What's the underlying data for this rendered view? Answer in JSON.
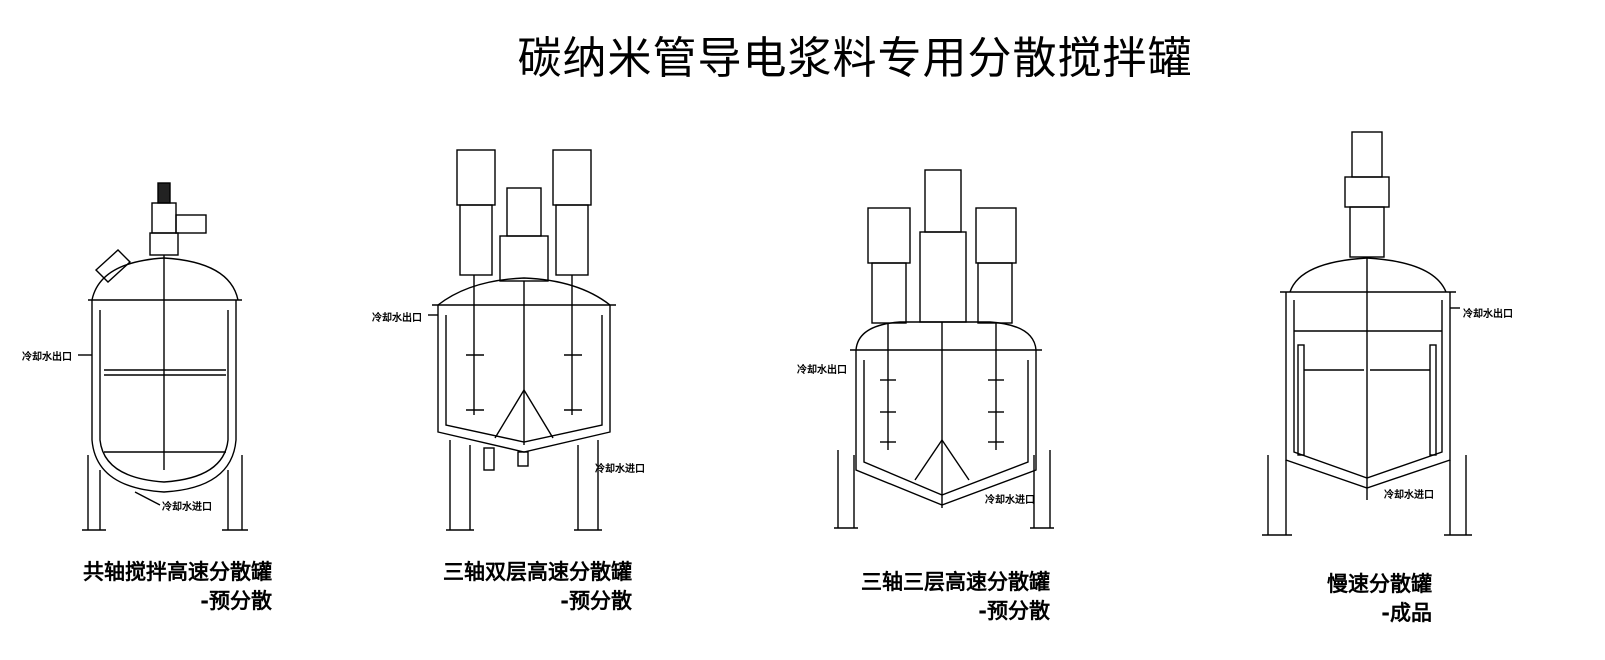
{
  "title": "碳纳米管导电浆料专用分散搅拌罐",
  "tanks": [
    {
      "name": "共轴搅拌高速分散罐",
      "sub": "-预分散",
      "ports": [
        "冷却水出口",
        "冷却水进口"
      ]
    },
    {
      "name": "三轴双层高速分散罐",
      "sub": "-预分散",
      "ports": [
        "冷却水出口",
        "冷却水进口"
      ]
    },
    {
      "name": "三轴三层高速分散罐",
      "sub": "-预分散",
      "ports": [
        "冷却水出口",
        "冷却水进口"
      ]
    },
    {
      "name": "慢速分散罐",
      "sub": "-成品",
      "ports": [
        "冷却水出口",
        "冷却水进口"
      ]
    }
  ]
}
